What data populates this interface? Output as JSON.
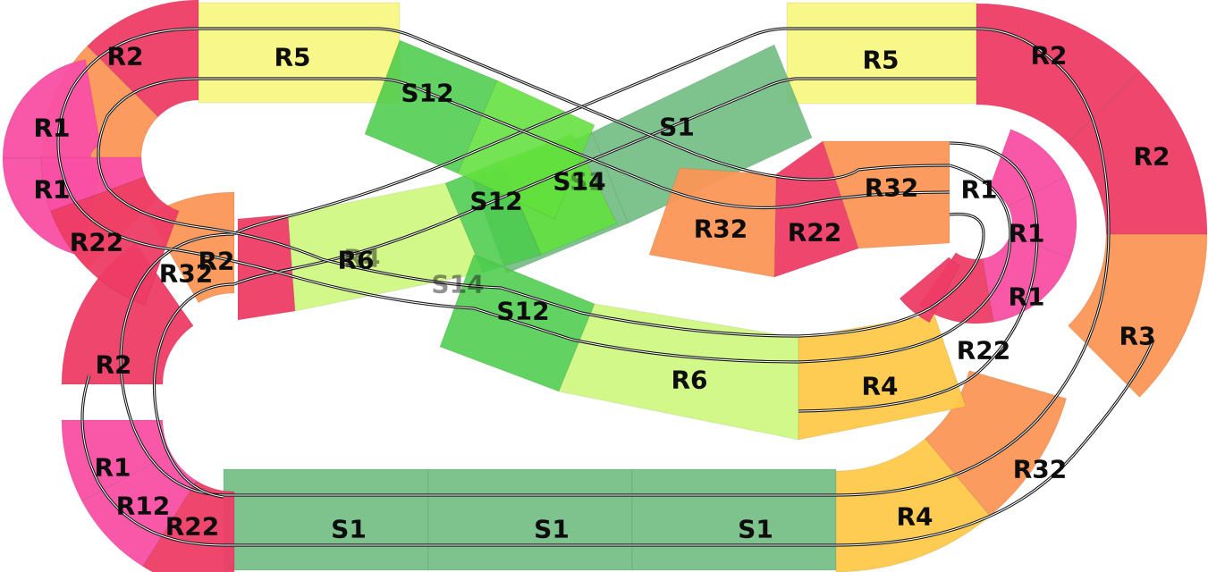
{
  "palette": {
    "R1": "#f94fa4",
    "R2": "#ee3c66",
    "R22": "#ee3c66",
    "R12": "#f94fa4",
    "R3": "#fb9656",
    "R32": "#fb9656",
    "R4": "#fec94a",
    "R5": "#f7f784",
    "R6": "#cdf77a",
    "S1": "#6cba7e",
    "S12": "#4ccc4c",
    "S14": "#62e03c"
  },
  "pieces": [
    {
      "label": "S1"
    },
    {
      "label": "S1"
    },
    {
      "label": "S1"
    },
    {
      "label": "R4"
    },
    {
      "label": "R32"
    },
    {
      "label": "R3"
    },
    {
      "label": "R2"
    },
    {
      "label": "R2"
    },
    {
      "label": "R5"
    },
    {
      "label": "S1"
    },
    {
      "label": "S1"
    },
    {
      "label": "S14"
    },
    {
      "label": "S12"
    },
    {
      "label": "R6"
    },
    {
      "label": "R2"
    },
    {
      "label": "R32"
    },
    {
      "label": "R2"
    },
    {
      "label": "R1"
    },
    {
      "label": "R12"
    },
    {
      "label": "R22"
    },
    {
      "label": "R22"
    },
    {
      "label": "R1"
    },
    {
      "label": "R1"
    },
    {
      "label": "R2"
    },
    {
      "label": "R5"
    },
    {
      "label": "S12"
    },
    {
      "label": "S14"
    },
    {
      "label": "S12"
    },
    {
      "label": "R6"
    },
    {
      "label": "R4"
    },
    {
      "label": "R22"
    },
    {
      "label": "R1"
    },
    {
      "label": "R1"
    },
    {
      "label": "R1"
    },
    {
      "label": "R32"
    },
    {
      "label": "R22"
    },
    {
      "label": "R32"
    },
    {
      "label": "R4"
    },
    {
      "label": "R32"
    }
  ]
}
